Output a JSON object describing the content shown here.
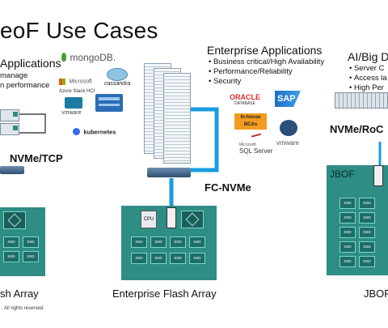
{
  "title": "eoF Use Cases",
  "left_panel": {
    "header": "Applications",
    "bullets": [
      "manage",
      "n performance"
    ],
    "logos": {
      "mongodb": "mongoDB.",
      "microsoft": "Microsoft",
      "azure": "Azure Stack HCI",
      "cassandra": "cassandra",
      "vmware": "vmware",
      "kubernetes": "kubernetes"
    },
    "protocol": "NVMe/TCP",
    "caption": "sh Array"
  },
  "center_panel": {
    "header": "Enterprise Applications",
    "bullets": [
      "Business critical/High Availability",
      "Performance/Reliability",
      "Security"
    ],
    "logos": {
      "oracle": "ORACLE",
      "oracle_sub": "DATABASE",
      "sap": "SAP",
      "inhouse_line1": "In-house",
      "inhouse_line2": "BCAs",
      "sqlserver_top": "Microsoft",
      "sqlserver": "SQL Server",
      "vmware": "vmware"
    },
    "protocol": "FC-NVMe",
    "caption": "Enterprise Flash Array",
    "cpu_label": "CPU",
    "ssd_label": "SSD"
  },
  "right_panel": {
    "header": "AI/Big D",
    "bullets": [
      "Server C",
      "Access la",
      "High Per"
    ],
    "protocol": "NVMe/RoC",
    "jbof_label": "JBOF",
    "caption": "JBOF",
    "ssd_label": "SSD"
  },
  "footer": ". All rights reserved.",
  "colors": {
    "flash_array": "#2e8d85",
    "fabric_link": "#1a9be0",
    "switch": "#3a5f85"
  }
}
